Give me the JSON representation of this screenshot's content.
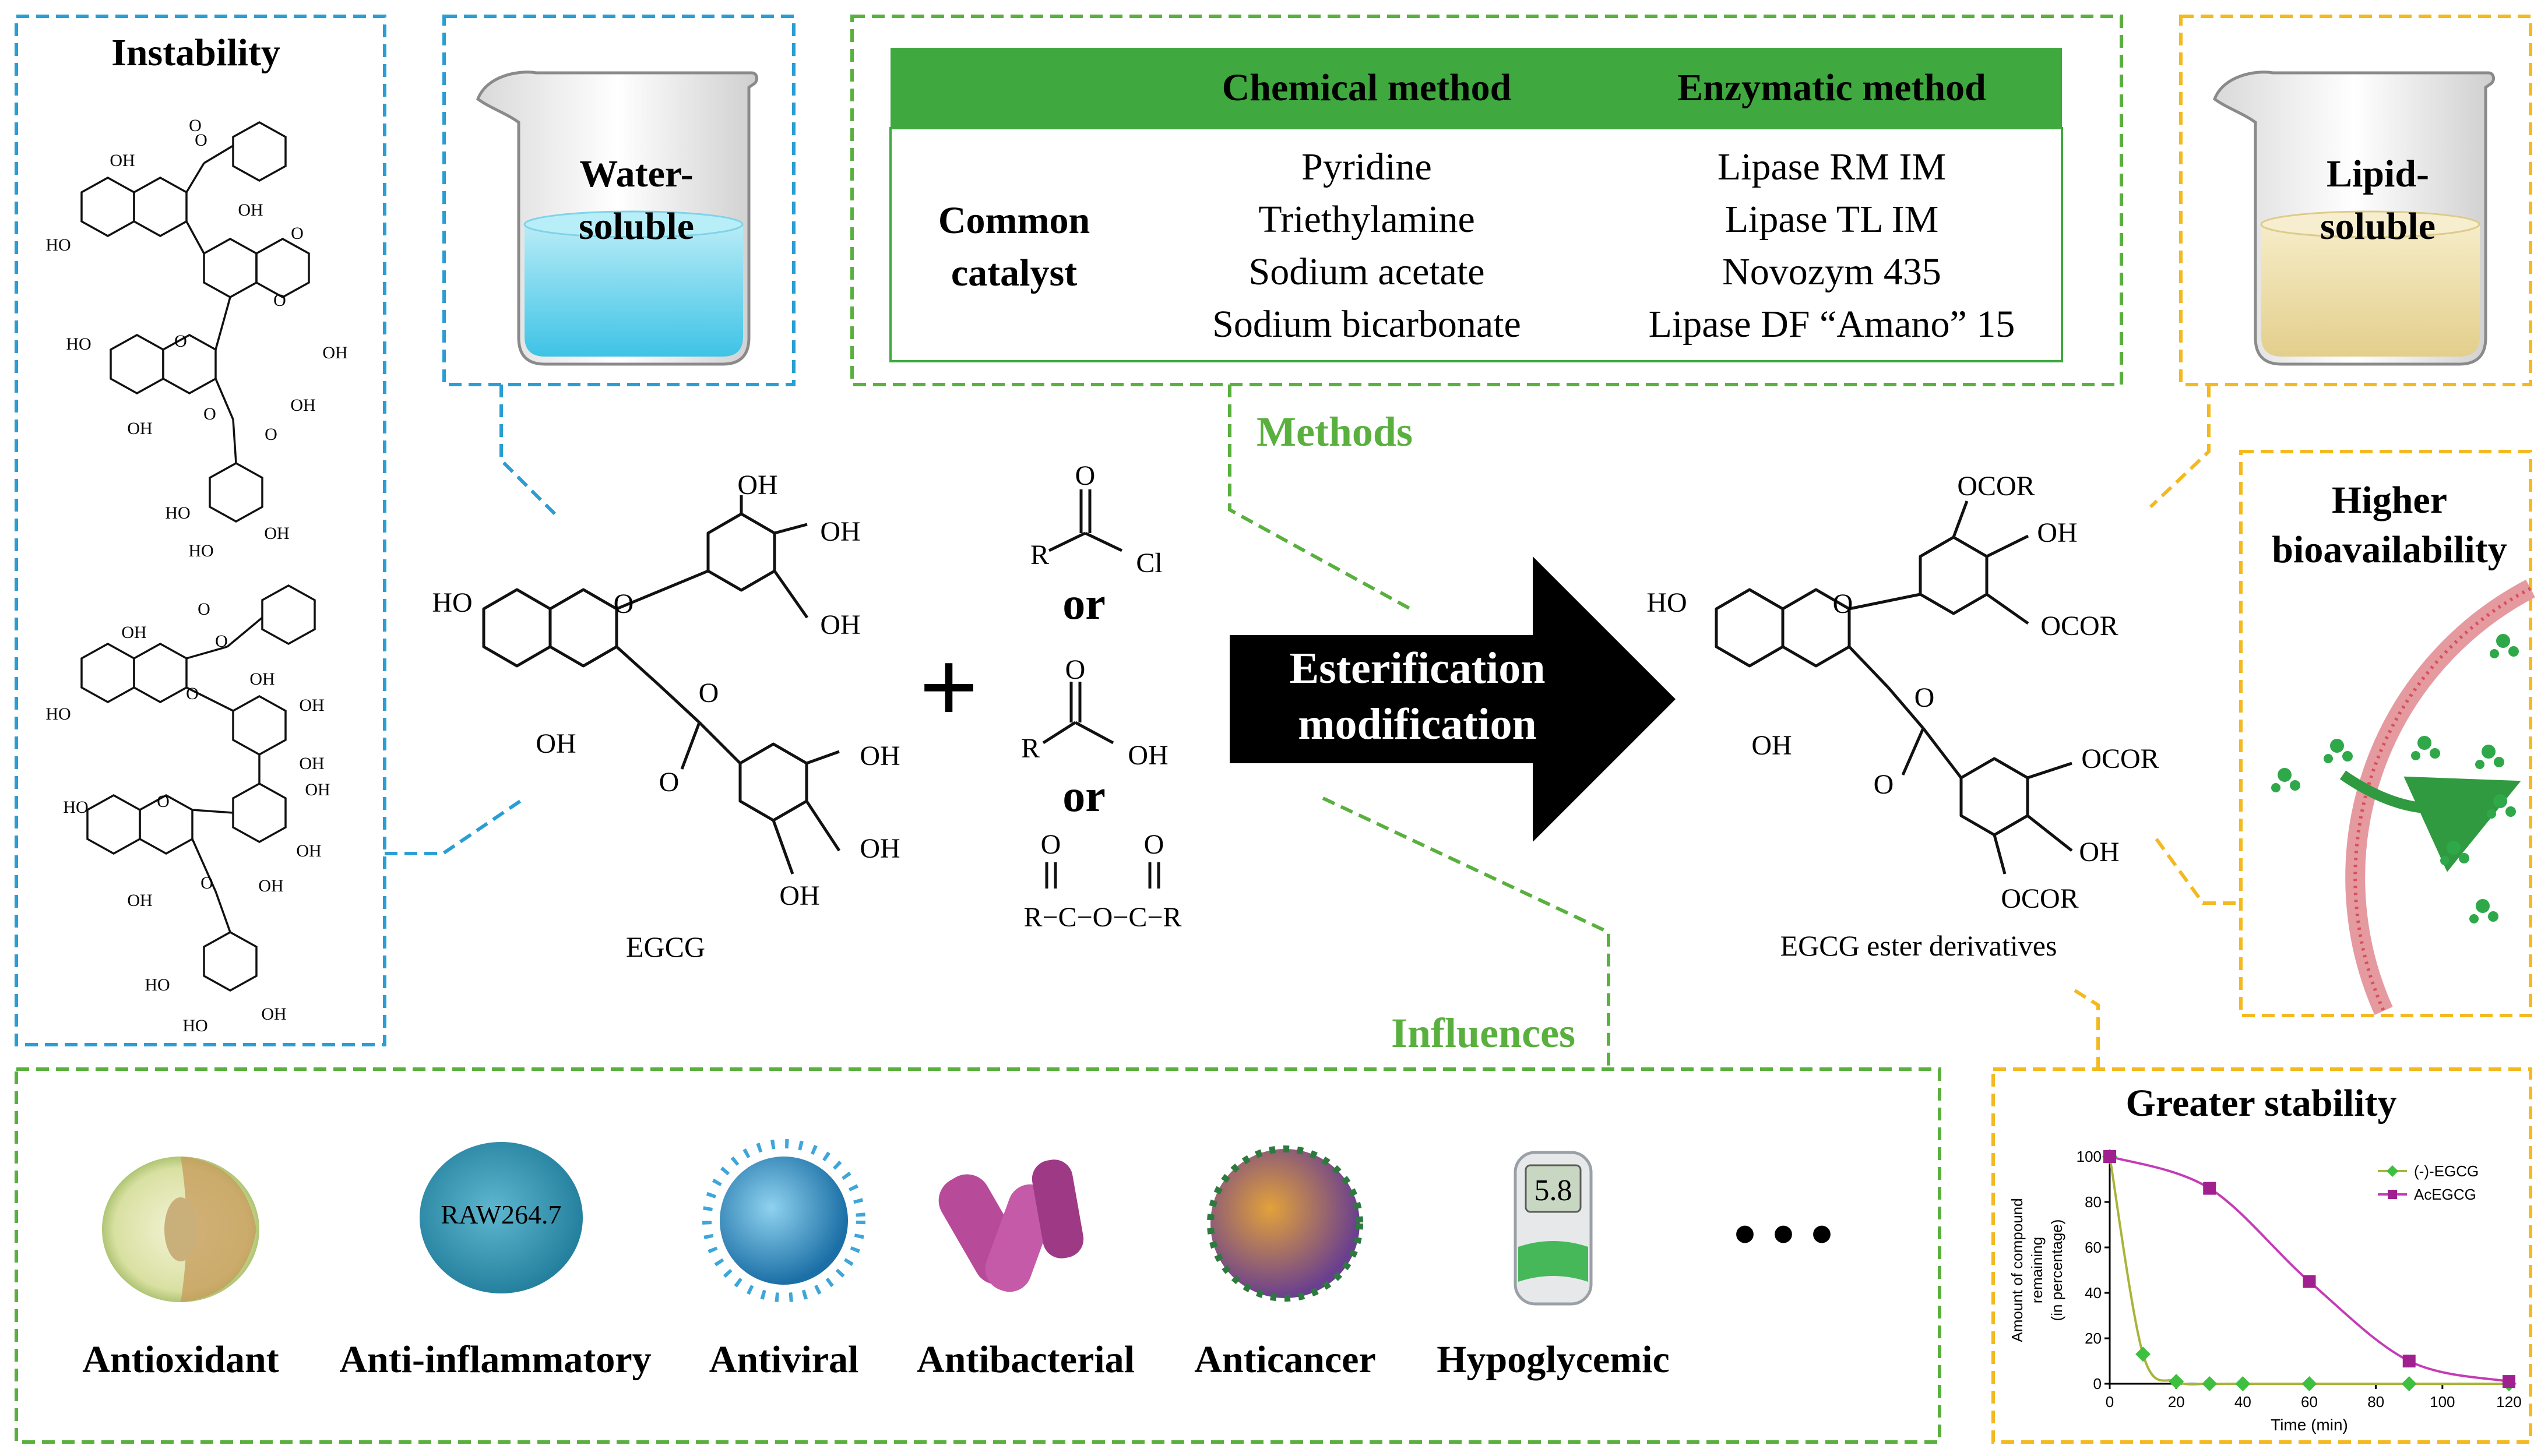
{
  "instability": {
    "title": "Instability",
    "atoms": [
      "OH",
      "HO",
      "OH",
      "O",
      "O",
      "O",
      "O",
      "HO",
      "OH",
      "OH",
      "O",
      "OH",
      "O",
      "O",
      "HO",
      "OH",
      "HO",
      "OH",
      "HO",
      "O",
      "O",
      "O",
      "OH",
      "OH",
      "OH",
      "OH",
      "HO",
      "OH",
      "OH",
      "O",
      "OH",
      "O",
      "HO",
      "HO",
      "OH"
    ]
  },
  "water_beaker": {
    "line1": "Water-",
    "line2": "soluble"
  },
  "lipid_beaker": {
    "line1": "Lipid-",
    "line2": "soluble"
  },
  "table": {
    "headers": [
      "",
      "Chemical method",
      "Enzymatic method"
    ],
    "row_label_line1": "Common",
    "row_label_line2": "catalyst",
    "chemical": [
      "Pyridine",
      "Triethylamine",
      "Sodium acetate",
      "Sodium bicarbonate"
    ],
    "enzymatic": [
      "Lipase RM IM",
      "Lipase TL IM",
      "Novozym 435",
      "Lipase DF “Amano” 15"
    ]
  },
  "methods_label": "Methods",
  "influences_label": "Influences",
  "egcg": {
    "label": "EGCG",
    "atoms": {
      "oh_top": "OH",
      "oh_right1": "OH",
      "oh_right2": "OH",
      "ho_left": "HO",
      "o_ring": "O",
      "oh_bottom": "OH",
      "o_ester": "O",
      "o_carbonyl": "O",
      "oh_g1": "OH",
      "oh_g2": "OH",
      "oh_g3": "OH"
    }
  },
  "plus": "+",
  "reagents": {
    "or1": "or",
    "or2": "or",
    "acyl_chloride": {
      "o": "O",
      "r": "R",
      "cl": "Cl"
    },
    "acid": {
      "o": "O",
      "r": "R",
      "oh": "OH"
    },
    "anhydride": {
      "o1": "O",
      "o2": "O",
      "formula": "R−C−O−C−R"
    }
  },
  "arrow": {
    "line1": "Esterification",
    "line2": "modification"
  },
  "ester": {
    "label": "EGCG ester derivatives",
    "atoms": {
      "ocor_top": "OCOR",
      "oh_b": "OH",
      "ocor_b2": "OCOR",
      "ho_left": "HO",
      "o_ring": "O",
      "oh_bottom": "OH",
      "o_ester": "O",
      "o_carbonyl": "O",
      "ocor_g1": "OCOR",
      "oh_g2": "OH",
      "ocor_g3": "OCOR"
    }
  },
  "bioavailability": {
    "line1": "Higher",
    "line2": "bioavailability"
  },
  "stability": {
    "title": "Greater stability"
  },
  "chart_data": {
    "type": "line",
    "title": "Greater stability",
    "xlabel": "Time (min)",
    "ylabel_lines": [
      "Amount of compound",
      "remaining",
      "(in percentage)"
    ],
    "xlim": [
      0,
      120
    ],
    "ylim": [
      0,
      100
    ],
    "xticks": [
      0,
      20,
      40,
      60,
      80,
      100,
      120
    ],
    "yticks": [
      0,
      20,
      40,
      60,
      80,
      100
    ],
    "legend": "top-right",
    "series": [
      {
        "name": "(-)-EGCG",
        "color": "#3fbf3f",
        "curve": "#a8b43a",
        "marker": "diamond",
        "x": [
          0,
          10,
          20,
          30,
          40,
          60,
          90,
          120
        ],
        "y": [
          100,
          13,
          1,
          0,
          0,
          0,
          0,
          0
        ]
      },
      {
        "name": "AcEGCG",
        "color": "#a0208f",
        "curve": "#c33cb5",
        "marker": "square",
        "x": [
          0,
          30,
          60,
          90,
          120
        ],
        "y": [
          100,
          86,
          45,
          10,
          1
        ]
      }
    ]
  },
  "effects": {
    "items": [
      "Antioxidant",
      "Anti-inflammatory",
      "Antiviral",
      "Antibacterial",
      "Anticancer",
      "Hypoglycemic"
    ],
    "raw_label": "RAW264.7",
    "meter_value": "5.8",
    "ellipsis": "• • •"
  },
  "colors": {
    "blue": "#2a9ed4",
    "green": "#5ab03e",
    "yellow": "#f3b91f",
    "table_header": "#3fa83f"
  }
}
